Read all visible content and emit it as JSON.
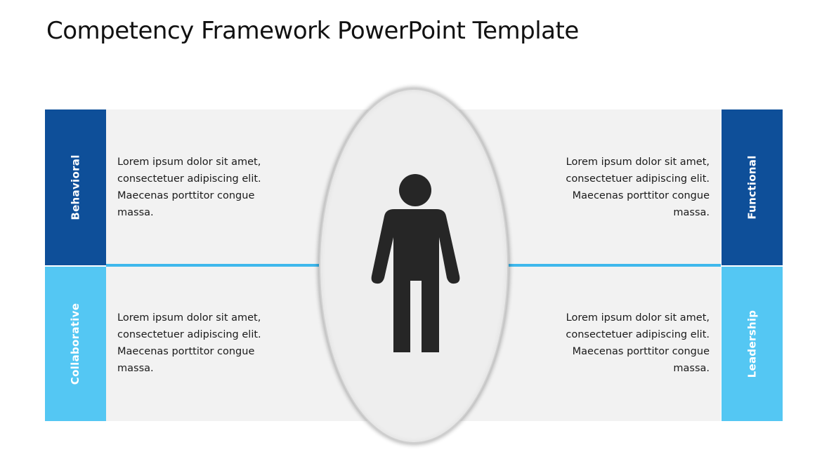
{
  "slide": {
    "title": "Competency Framework PowerPoint Template"
  },
  "quadrants": {
    "behavioral": {
      "label": "Behavioral",
      "text": "Lorem ipsum dolor sit amet, consectetuer adipiscing elit. Maecenas porttitor congue massa."
    },
    "collaborative": {
      "label": "Collaborative",
      "text": "Lorem ipsum dolor sit amet, consectetuer adipiscing elit. Maecenas porttitor congue massa."
    },
    "functional": {
      "label": "Functional",
      "text": "Lorem ipsum dolor sit amet, consectetuer adipiscing elit. Maecenas porttitor congue massa."
    },
    "leadership": {
      "label": "Leadership",
      "text": "Lorem ipsum dolor sit amet, consectetuer adipiscing elit. Maecenas porttitor congue massa."
    }
  },
  "colors": {
    "dark_blue": "#0e4f99",
    "light_blue": "#54c7f3",
    "divider": "#3fb8ec",
    "panel": "#f2f2f2",
    "figure": "#262626"
  },
  "icons": {
    "center": "person-icon"
  }
}
